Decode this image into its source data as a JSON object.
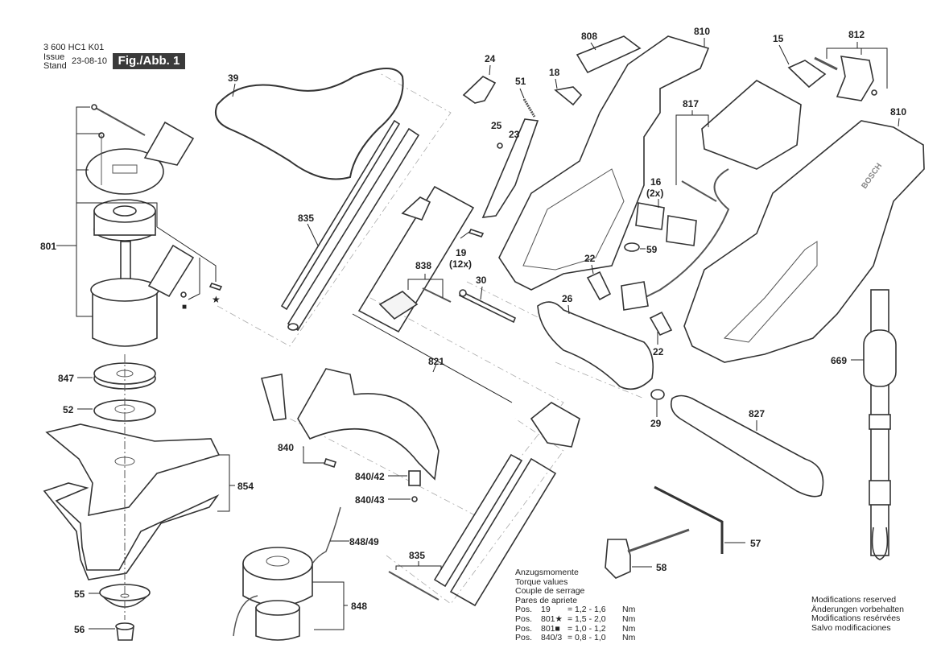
{
  "header": {
    "part_number": "3 600 HC1 K01",
    "issue_label": "Issue",
    "stand_label": "Stand",
    "date": "23-08-10",
    "figure": "Fig./Abb. 1"
  },
  "part_labels": {
    "p39": "39",
    "p801": "801",
    "p847": "847",
    "p52": "52",
    "p854": "854",
    "p55": "55",
    "p56": "56",
    "p835a": "835",
    "p835b": "835",
    "p838": "838",
    "p821": "821",
    "p840": "840",
    "p840_42": "840/42",
    "p840_43": "840/43",
    "p848_49": "848/49",
    "p848": "848",
    "p24": "24",
    "p51": "51",
    "p18": "18",
    "p25": "25",
    "p23": "23",
    "p808": "808",
    "p810a": "810",
    "p810b": "810",
    "p15": "15",
    "p812": "812",
    "p817": "817",
    "p16": "16",
    "p16_qty": "(2x)",
    "p59": "59",
    "p19": "19",
    "p19_qty": "(12x)",
    "p30": "30",
    "p22a": "22",
    "p22b": "22",
    "p26": "26",
    "p29": "29",
    "p827": "827",
    "p669": "669",
    "p57": "57",
    "p58": "58"
  },
  "symbols": {
    "star": "★",
    "square": "■"
  },
  "torque": {
    "title_de": "Anzugsmomente",
    "title_en": "Torque values",
    "title_fr": "Couple de serrage",
    "title_es": "Pares de apriete",
    "rows": [
      {
        "pos": "Pos.",
        "item": "19",
        "value": "= 1,2 - 1,6",
        "unit": "Nm"
      },
      {
        "pos": "Pos.",
        "item": "801★",
        "value": "= 1,5 - 2,0",
        "unit": "Nm"
      },
      {
        "pos": "Pos.",
        "item": "801■",
        "value": "= 1,0 - 1,2",
        "unit": "Nm"
      },
      {
        "pos": "Pos.",
        "item": "840/3",
        "value": "= 0,8 - 1,0",
        "unit": "Nm"
      }
    ]
  },
  "modifications": {
    "en": "Modifications reserved",
    "de": "Änderungen vorbehalten",
    "fr": "Modifications resérvées",
    "es": "Salvo modificaciones"
  },
  "brand_text": "BOSCH"
}
